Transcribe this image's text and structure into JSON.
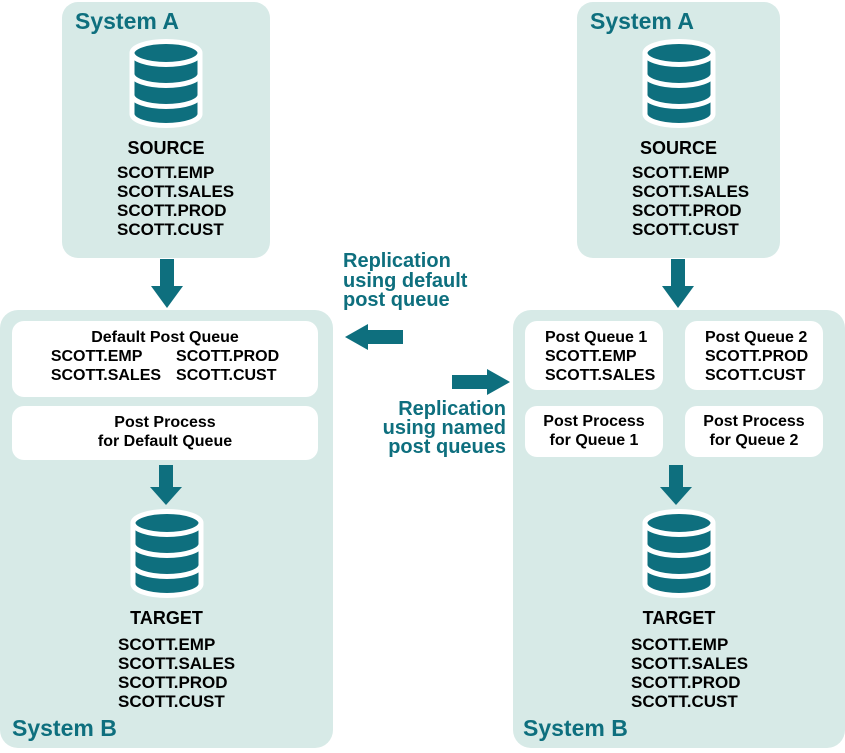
{
  "colors": {
    "teal": "#0e6f7e",
    "panel_bg": "#d7eae7",
    "box_bg": "#ffffff",
    "text": "#000000"
  },
  "icons": {
    "database-icon": "teal cylinder with white band separators",
    "arrow-down-icon": "solid teal block arrow pointing down",
    "arrow-left-icon": "solid teal block arrow pointing left",
    "arrow-right-icon": "solid teal block arrow pointing right"
  },
  "left_column": {
    "system_a": {
      "title": "System A",
      "db_label": "SOURCE",
      "tables": [
        "SCOTT.EMP",
        "SCOTT.SALES",
        "SCOTT.PROD",
        "SCOTT.CUST"
      ]
    },
    "system_b": {
      "title": "System B",
      "queue": {
        "title": "Default Post Queue",
        "col1": [
          "SCOTT.EMP",
          "SCOTT.SALES"
        ],
        "col2": [
          "SCOTT.PROD",
          "SCOTT.CUST"
        ]
      },
      "process": {
        "line1": "Post Process",
        "line2": "for Default Queue"
      },
      "db_label": "TARGET",
      "tables": [
        "SCOTT.EMP",
        "SCOTT.SALES",
        "SCOTT.PROD",
        "SCOTT.CUST"
      ]
    }
  },
  "middle": {
    "default_label": {
      "line1": "Replication",
      "line2": "using default",
      "line3": "post queue"
    },
    "named_label": {
      "line1": "Replication",
      "line2": "using named",
      "line3": "post queues"
    }
  },
  "right_column": {
    "system_a": {
      "title": "System A",
      "db_label": "SOURCE",
      "tables": [
        "SCOTT.EMP",
        "SCOTT.SALES",
        "SCOTT.PROD",
        "SCOTT.CUST"
      ]
    },
    "system_b": {
      "title": "System B",
      "queue1": {
        "title": "Post Queue 1",
        "tables": [
          "SCOTT.EMP",
          "SCOTT.SALES"
        ]
      },
      "queue2": {
        "title": "Post Queue 2",
        "tables": [
          "SCOTT.PROD",
          "SCOTT.CUST"
        ]
      },
      "process1": {
        "line1": "Post Process",
        "line2": "for Queue 1"
      },
      "process2": {
        "line1": "Post Process",
        "line2": "for Queue 2"
      },
      "db_label": "TARGET",
      "tables": [
        "SCOTT.EMP",
        "SCOTT.SALES",
        "SCOTT.PROD",
        "SCOTT.CUST"
      ]
    }
  }
}
